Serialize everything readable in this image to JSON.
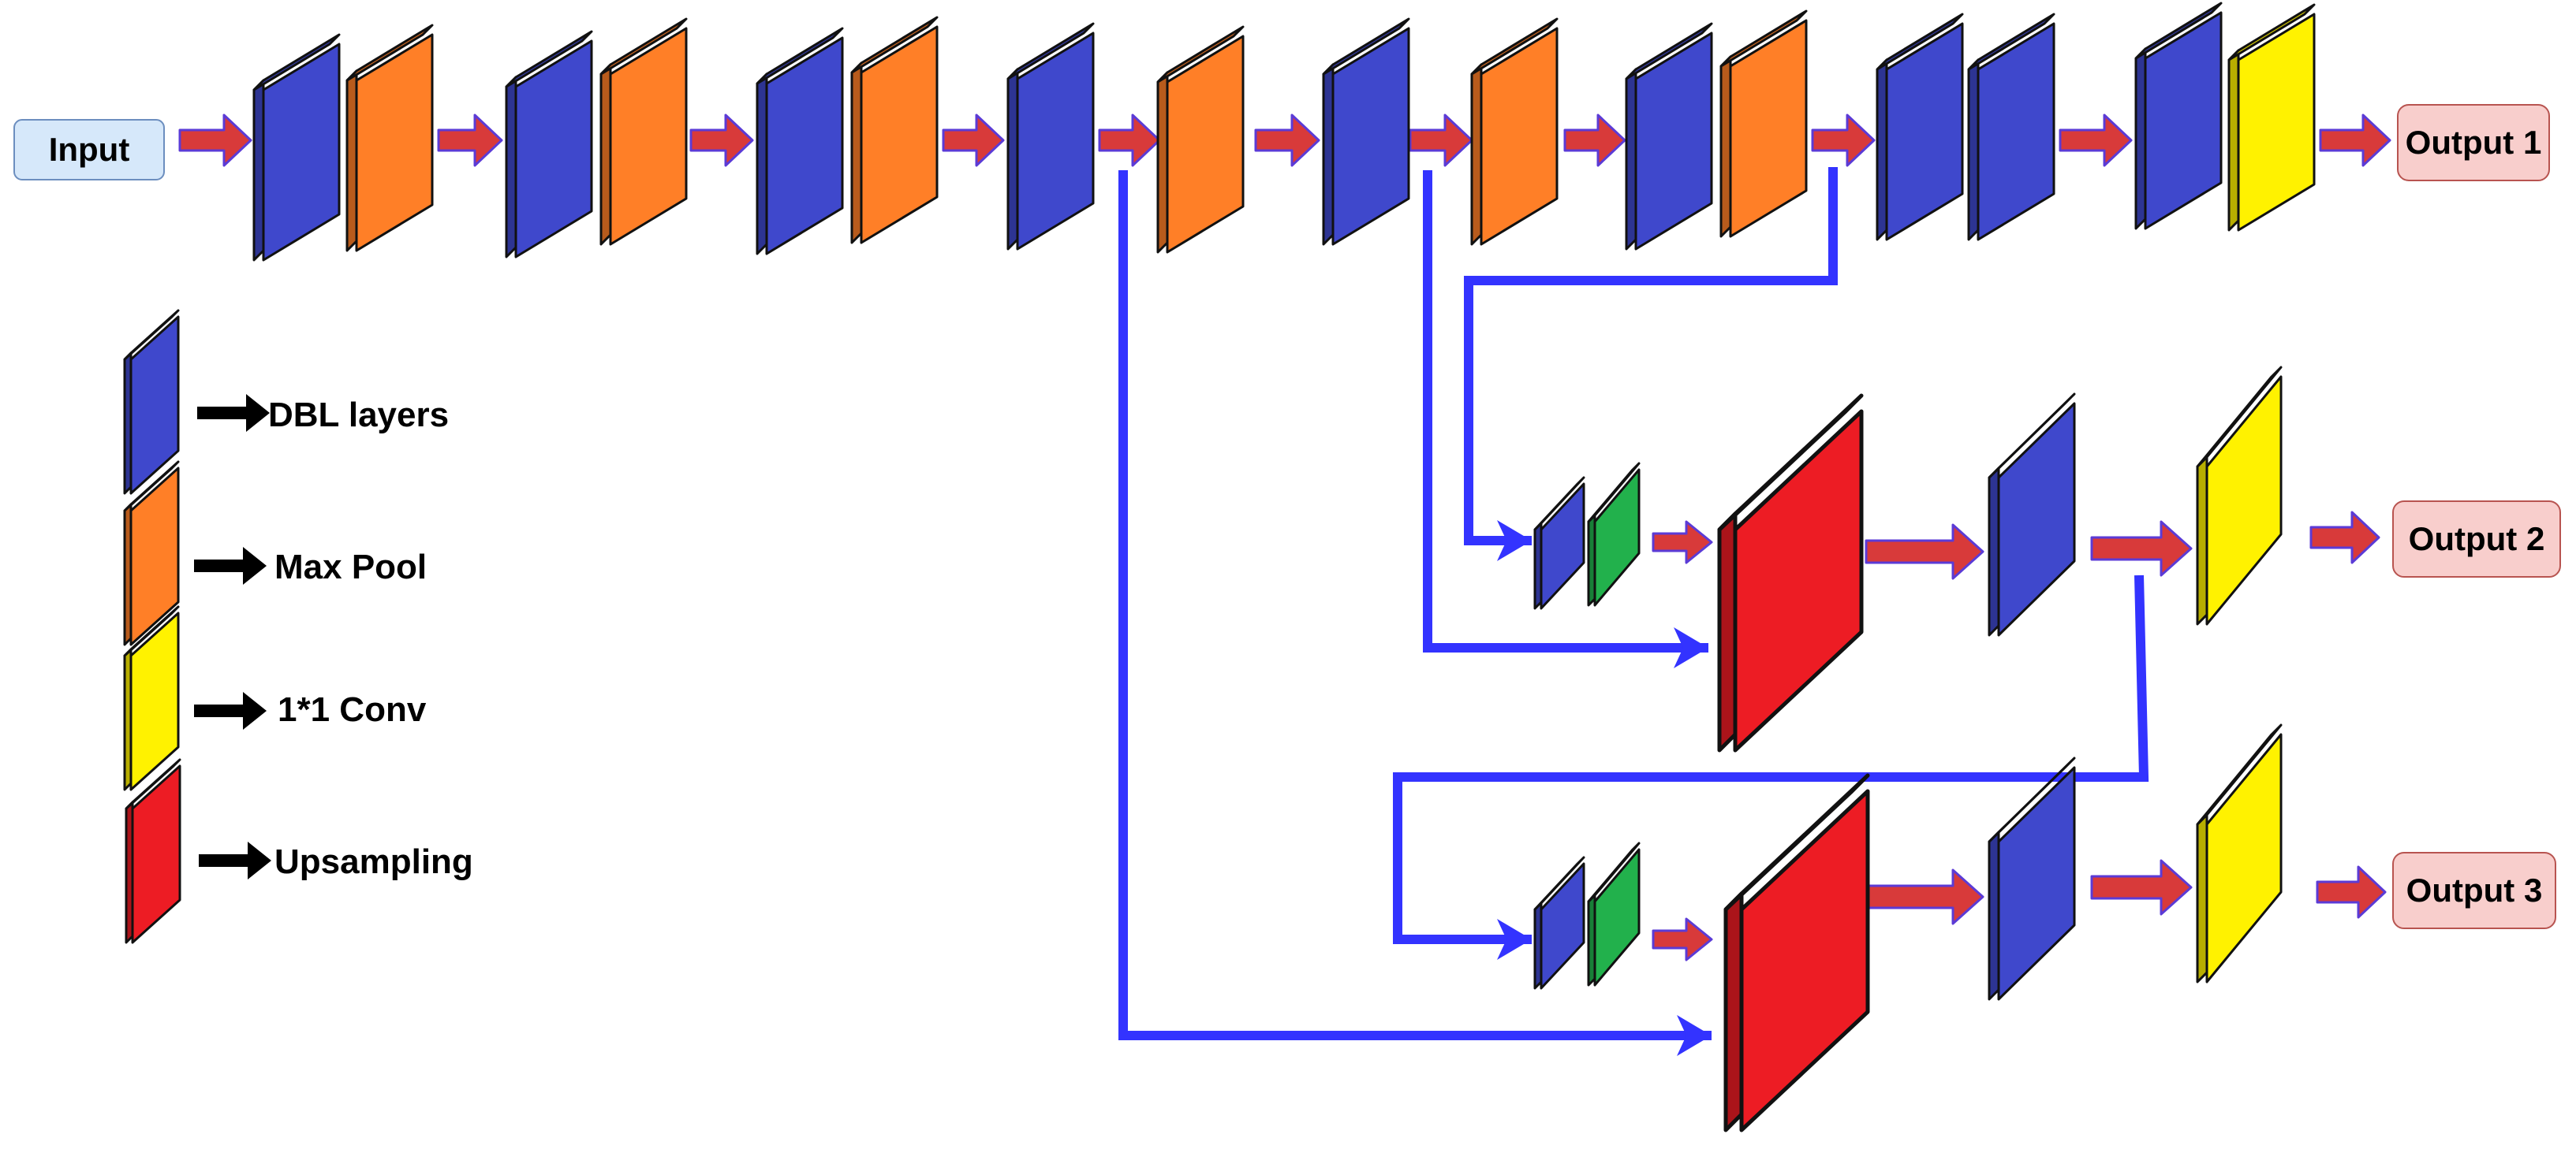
{
  "input": {
    "label": "Input"
  },
  "outputs": [
    {
      "label": "Output 1"
    },
    {
      "label": "Output 2"
    },
    {
      "label": "Output 3"
    }
  ],
  "legend": [
    {
      "label": "DBL layers",
      "kind": "dbl"
    },
    {
      "label": "Max Pool",
      "kind": "maxpool"
    },
    {
      "label": "1*1 Conv",
      "kind": "conv"
    },
    {
      "label": "Upsampling",
      "kind": "upsample"
    }
  ],
  "colors": {
    "dbl": "#3f48cc",
    "maxpool": "#ff7f27",
    "conv": "#fff200",
    "upsample": "#ed1c24",
    "concat": "#22b14c",
    "route": "#3333ff",
    "flow_arrow": "#d83a3a",
    "input_box": "#d6e8fa",
    "output_box": "#f8cecc"
  }
}
